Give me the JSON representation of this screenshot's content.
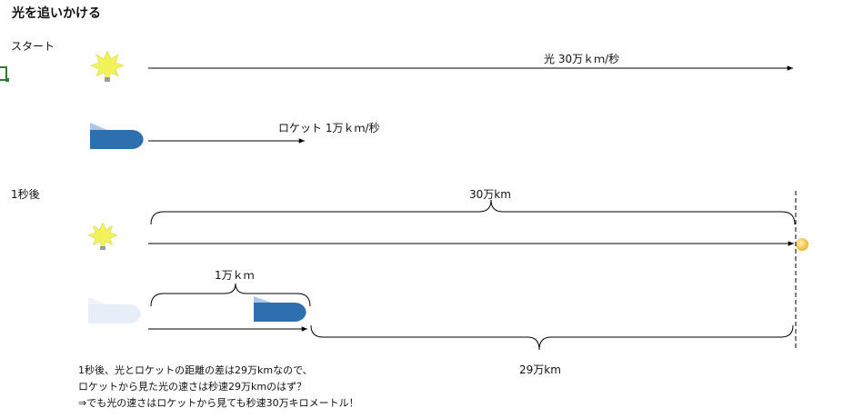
{
  "title": "光を追いかける",
  "start": {
    "label": "スタート",
    "light_label": "光  30万ｋｍ/秒",
    "rocket_label": "ロケット  1万ｋｍ/秒"
  },
  "after": {
    "label": "1秒後",
    "light_distance": "30万km",
    "rocket_distance": "1万ｋｍ",
    "gap_distance": "29万km"
  },
  "notes": [
    "1秒後、光とロケットの距離の差は29万kmなので、",
    "ロケットから見た光の速さは秒速29万kmのはず？",
    "⇒でも光の速さはロケットから見ても秒速30万キロメートル！"
  ],
  "icons": {
    "light": "sun-burst-icon",
    "rocket": "rocket-icon",
    "light_front": "light-spot-icon"
  },
  "colors": {
    "rocket": "#2e6fb0",
    "rocket_faded": "#e6eef8",
    "burst": "#f2f25a",
    "light_spot": "#f5c242"
  }
}
